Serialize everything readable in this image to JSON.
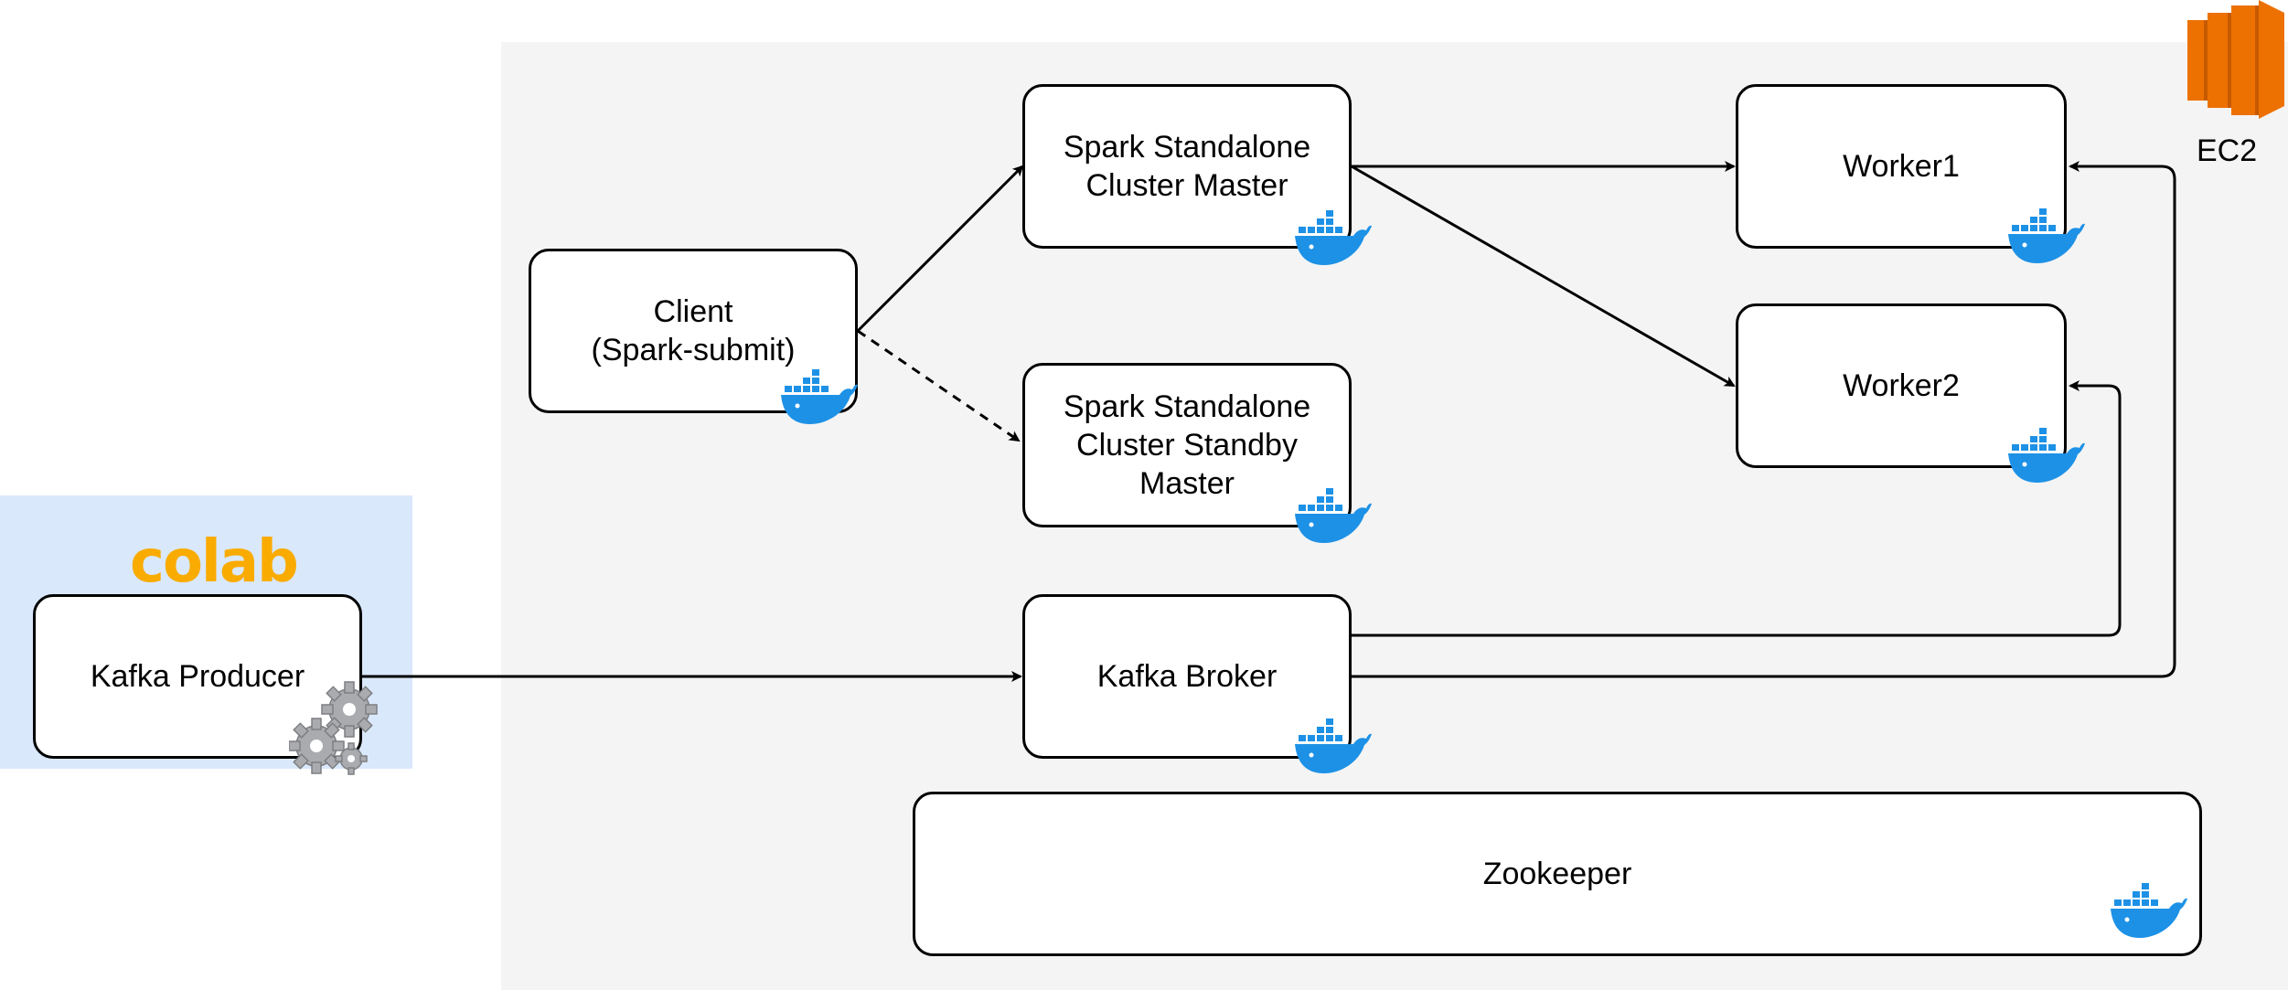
{
  "diagram": {
    "regions": {
      "ec2": {
        "label": "EC2",
        "color": "#f4f4f4",
        "icon": "aws-ec2-icon",
        "icon_color": "#ed7100"
      },
      "colab": {
        "logo_text": "colab",
        "color": "#dae8fc",
        "logo_color": "#f9ab00"
      }
    },
    "nodes": {
      "client": {
        "label": "Client\n(Spark-submit)",
        "icon": "docker-icon"
      },
      "master": {
        "label": "Spark Standalone\nCluster Master",
        "icon": "docker-icon"
      },
      "standby": {
        "label": "Spark Standalone\nCluster Standby\nMaster",
        "icon": "docker-icon"
      },
      "worker1": {
        "label": "Worker1",
        "icon": "docker-icon"
      },
      "worker2": {
        "label": "Worker2",
        "icon": "docker-icon"
      },
      "producer": {
        "label": "Kafka Producer",
        "icon": "gears-icon"
      },
      "broker": {
        "label": "Kafka Broker",
        "icon": "docker-icon"
      },
      "zookeeper": {
        "label": "Zookeeper",
        "icon": "docker-icon"
      }
    },
    "edges": [
      {
        "from": "client",
        "to": "master",
        "style": "solid"
      },
      {
        "from": "client",
        "to": "standby",
        "style": "dashed"
      },
      {
        "from": "master",
        "to": "worker1",
        "style": "solid"
      },
      {
        "from": "master",
        "to": "worker2",
        "style": "solid"
      },
      {
        "from": "producer",
        "to": "broker",
        "style": "solid"
      },
      {
        "from": "broker",
        "to": "worker1",
        "style": "solid"
      },
      {
        "from": "broker",
        "to": "worker2",
        "style": "solid"
      }
    ],
    "colors": {
      "docker": "#1d91e6",
      "gear": "#a9abae",
      "line": "#000000"
    }
  }
}
